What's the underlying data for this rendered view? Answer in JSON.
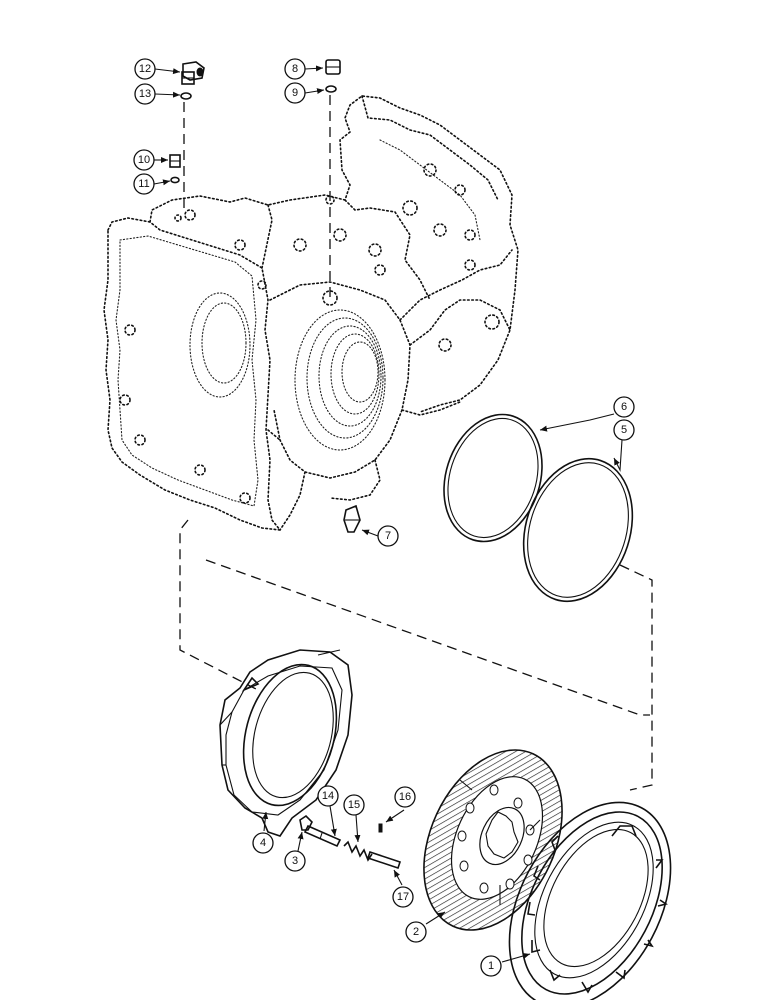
{
  "callouts": [
    {
      "label": "12"
    },
    {
      "label": "13"
    },
    {
      "label": "10"
    },
    {
      "label": "11"
    },
    {
      "label": "8"
    },
    {
      "label": "9"
    },
    {
      "label": "6"
    },
    {
      "label": "5"
    },
    {
      "label": "7"
    },
    {
      "label": "4"
    },
    {
      "label": "3"
    },
    {
      "label": "14"
    },
    {
      "label": "15"
    },
    {
      "label": "16"
    },
    {
      "label": "17"
    },
    {
      "label": "2"
    },
    {
      "label": "1"
    }
  ]
}
